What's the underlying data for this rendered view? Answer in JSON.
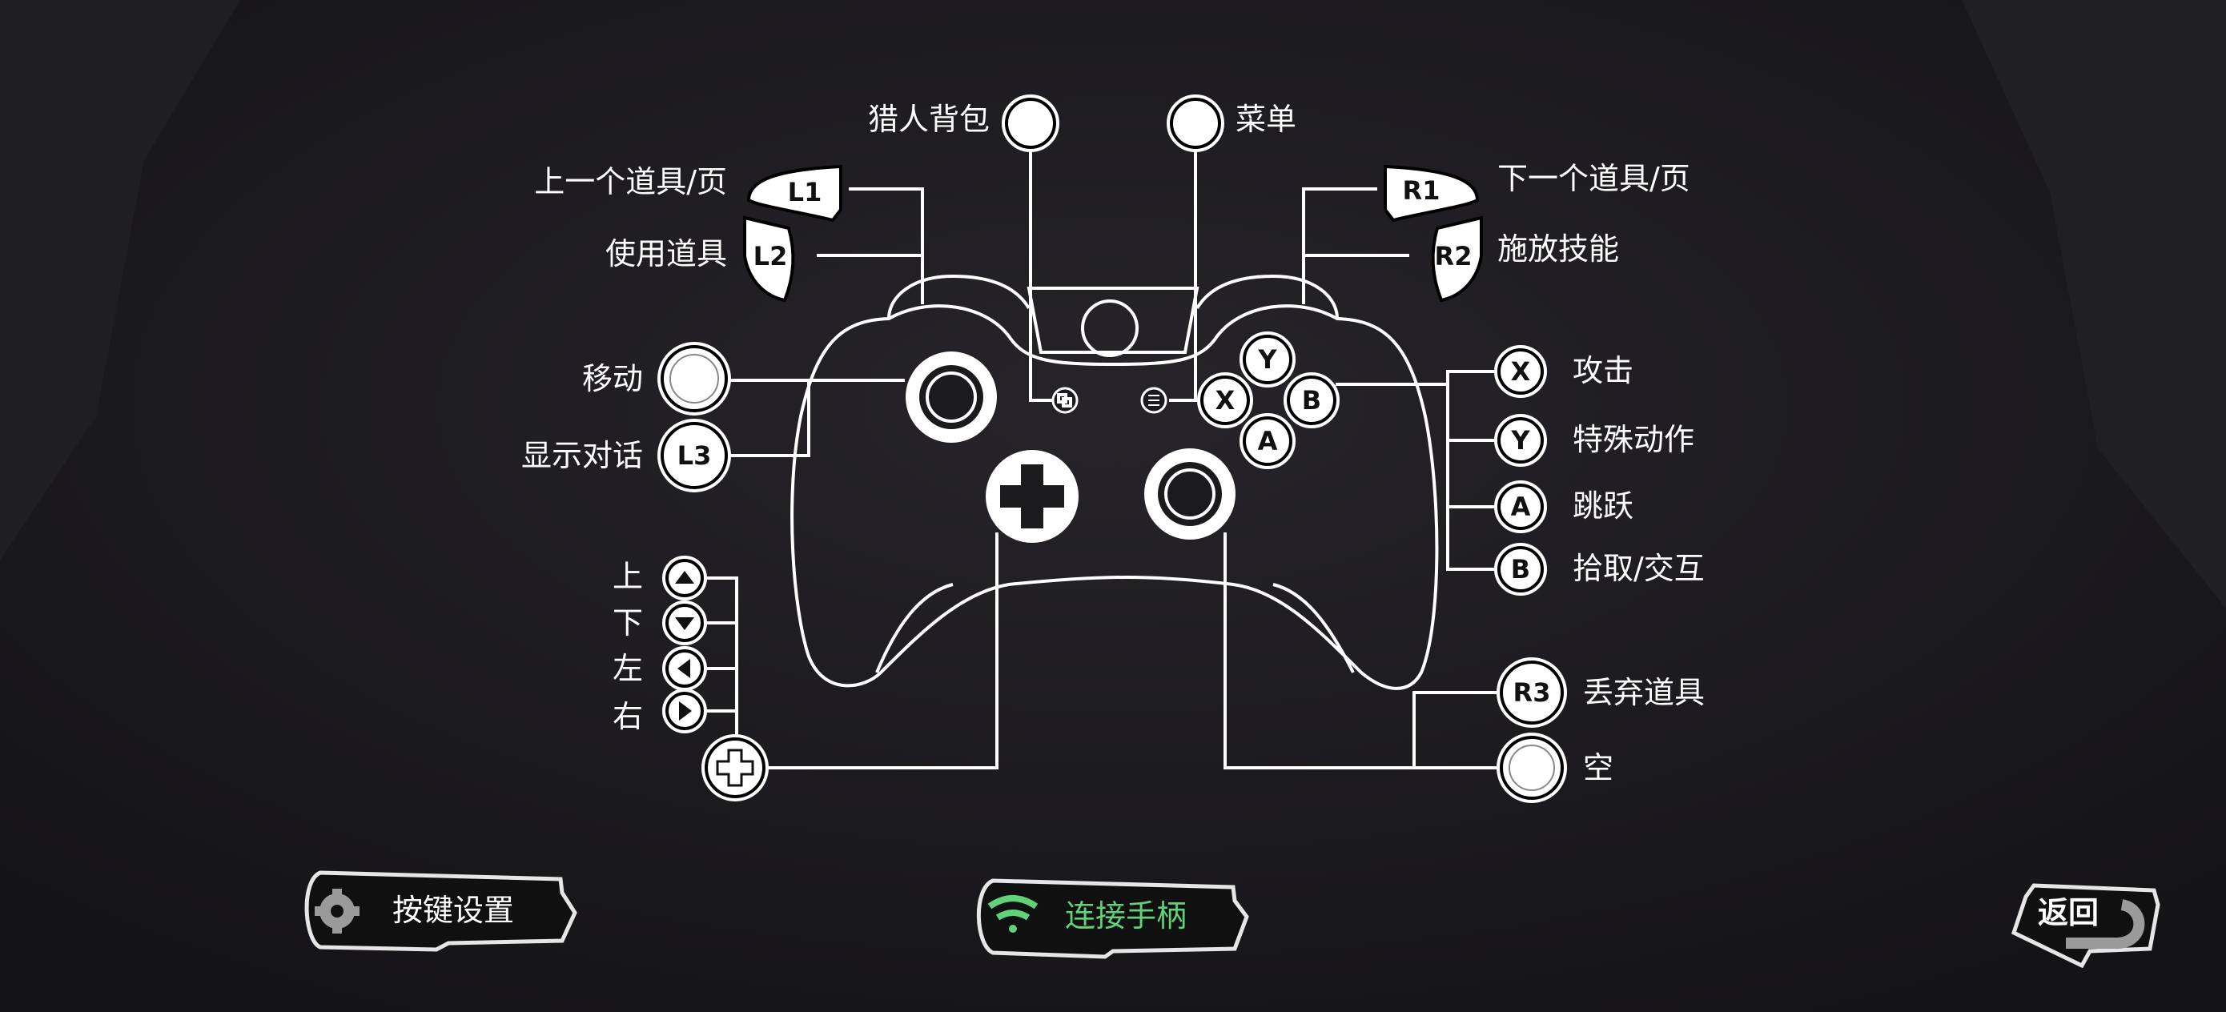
{
  "top": {
    "hunter_bag": "猎人背包",
    "menu": "菜单"
  },
  "left": {
    "l1": {
      "key": "L1",
      "label": "上一个道具/页"
    },
    "l2": {
      "key": "L2",
      "label": "使用道具"
    },
    "move": {
      "label": "移动"
    },
    "l3": {
      "key": "L3",
      "label": "显示对话"
    },
    "dpad": {
      "up": "上",
      "down": "下",
      "left": "左",
      "right": "右"
    }
  },
  "right": {
    "r1": {
      "key": "R1",
      "label": "下一个道具/页"
    },
    "r2": {
      "key": "R2",
      "label": "施放技能"
    },
    "x": {
      "key": "X",
      "label": "攻击"
    },
    "y": {
      "key": "Y",
      "label": "特殊动作"
    },
    "a": {
      "key": "A",
      "label": "跳跃"
    },
    "b": {
      "key": "B",
      "label": "拾取/交互"
    },
    "r3": {
      "key": "R3",
      "label": "丢弃道具"
    },
    "rs": {
      "label": "空"
    }
  },
  "face": {
    "y": "Y",
    "x": "X",
    "b": "B",
    "a": "A"
  },
  "footer": {
    "key_settings": "按键设置",
    "connect": "连接手柄",
    "back": "返回"
  },
  "colors": {
    "accent_green": "#5fd27a",
    "bg": "#1b1a1d"
  }
}
